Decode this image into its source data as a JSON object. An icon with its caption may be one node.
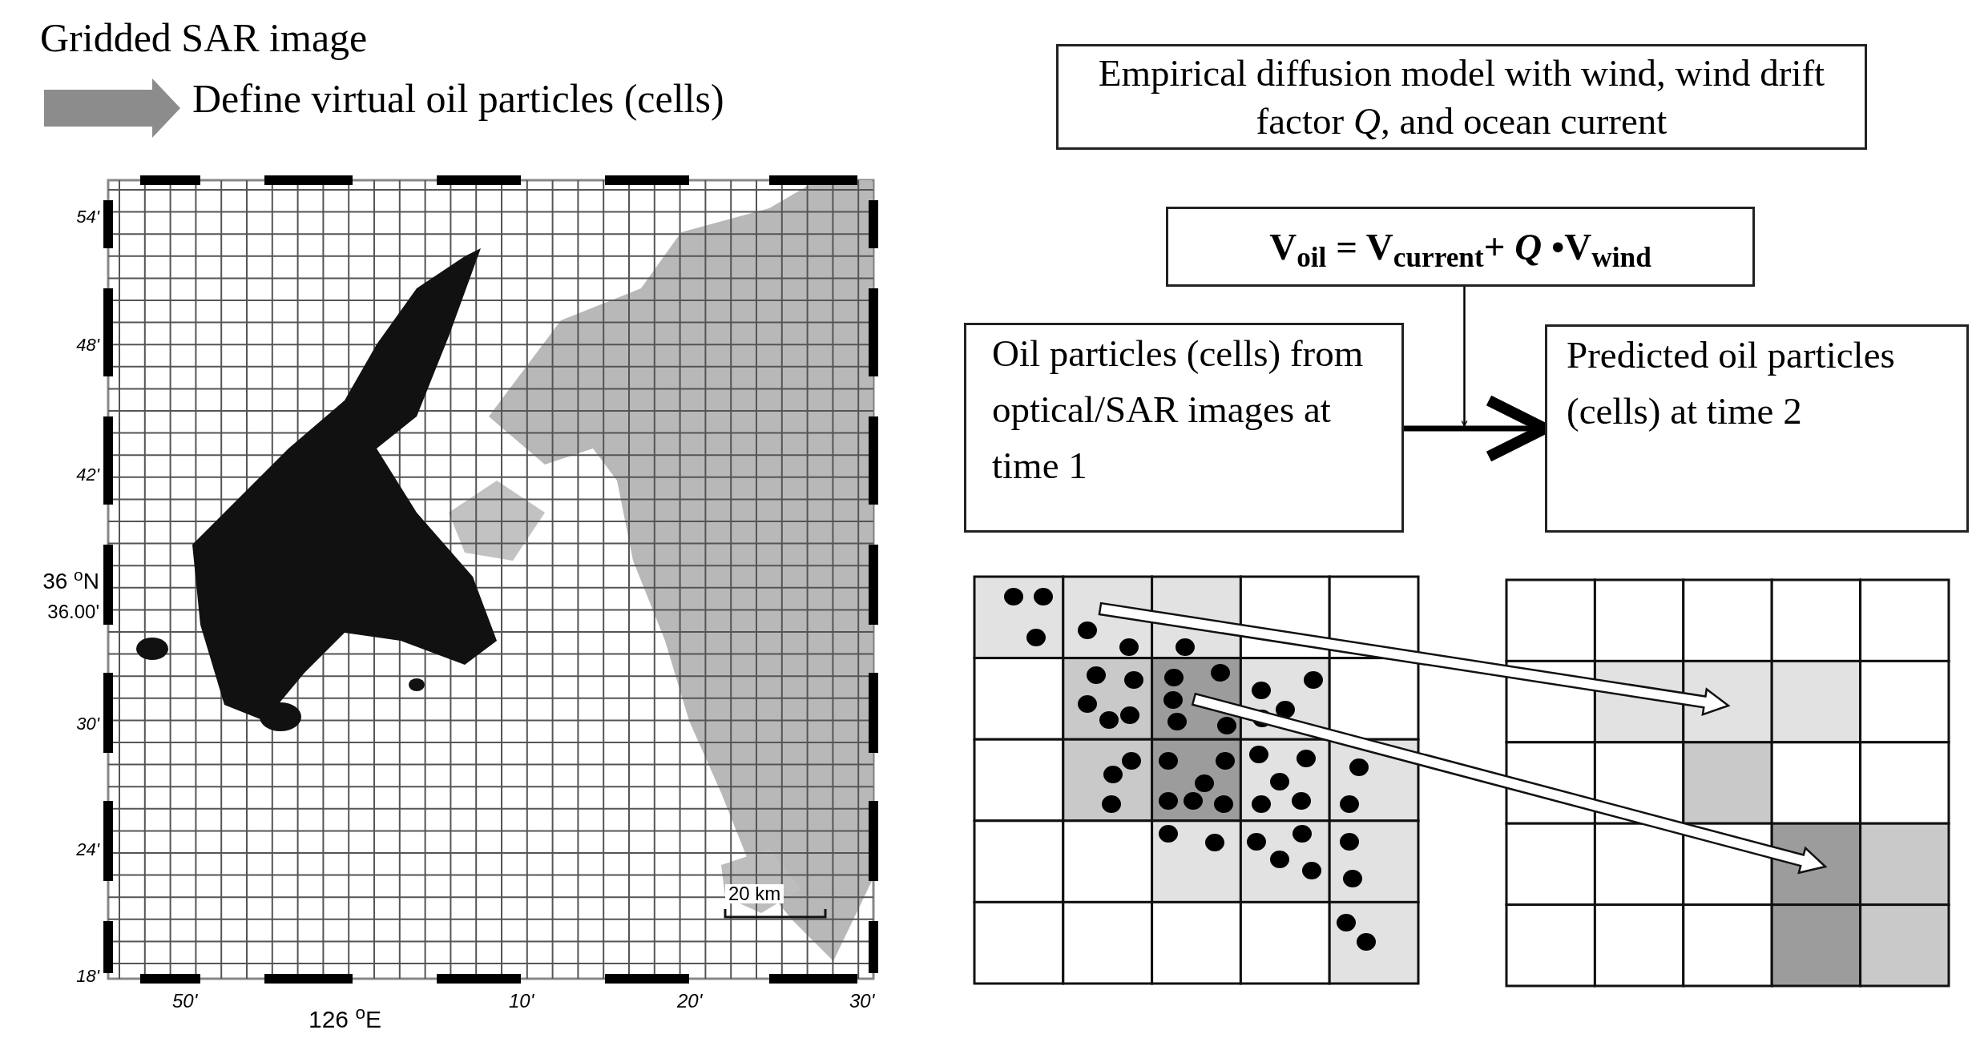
{
  "diagram": {
    "nodes": [
      {
        "text": [
          "Empirical diffusion model with wind, wind drift factor *Q*, and ocean current"
        ]
      },
      {
        "text": [
          "V$_{oil}$ = V$_{current}$+ *Q* •V$_{wind}$"
        ]
      },
      {
        "text": [
          "Oil particles (cells) from optical/SAR images at time 1"
        ]
      },
      {
        "text": [
          "Predicted oil particles (cells) at time 2"
        ]
      }
    ],
    "edges": [
      {
        "from": 2,
        "to": 3,
        "arrow": "to",
        "style": "thick"
      },
      {
        "from": 1,
        "to": null,
        "arrow": "to"
      }
    ],
    "labels": [
      "Gridded SAR image",
      "Define virtual oil particles (cells)",
      "54'",
      "48'",
      "42'",
      "36 $^{o}$N",
      "36.00'",
      "30'",
      "24'",
      "18'",
      "20 km",
      "50'",
      "126 $^{o}$E",
      "10'",
      "20'",
      "30'"
    ]
  }
}
